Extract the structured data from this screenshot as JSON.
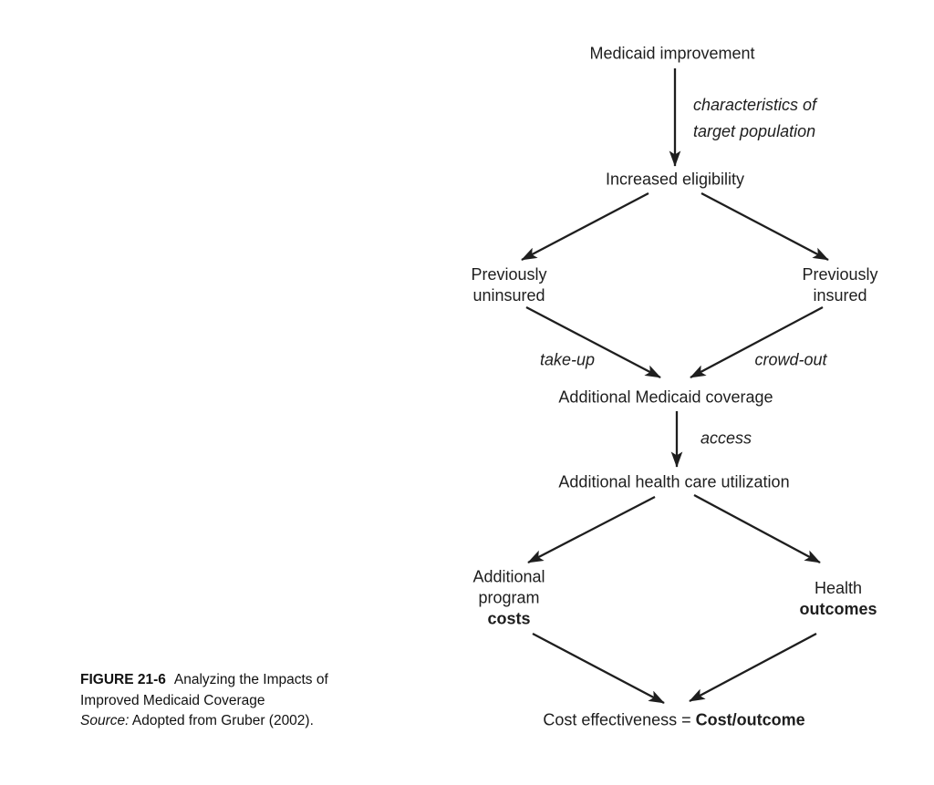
{
  "figure": {
    "caption": {
      "label": "FIGURE 21-6",
      "title_line1": "Analyzing the Impacts of",
      "title_line2": "Improved Medicaid Coverage",
      "source_label": "Source:",
      "source_text": "Adopted from Gruber (2002)."
    },
    "colors": {
      "ink": "#1e1e1e",
      "background": "#ffffff"
    }
  },
  "diagram": {
    "type": "flowchart",
    "nodes": {
      "medicaid_improvement": "Medicaid improvement",
      "increased_eligibility": "Increased eligibility",
      "previously_uninsured_line1": "Previously",
      "previously_uninsured_line2": "uninsured",
      "previously_insured_line1": "Previously",
      "previously_insured_line2": "insured",
      "additional_medicaid_coverage": "Additional Medicaid coverage",
      "additional_health_care_utilization": "Additional health care utilization",
      "additional_program_line1": "Additional",
      "additional_program_line2": "program",
      "additional_program_line3": "costs",
      "health_outcomes_line1": "Health",
      "health_outcomes_line2": "outcomes",
      "cost_effectiveness_prefix": "Cost effectiveness =",
      "cost_effectiveness_bold": "Cost/outcome"
    },
    "edge_labels": {
      "characteristics_line1": "characteristics of",
      "characteristics_line2": "target population",
      "take_up": "take-up",
      "crowd_out": "crowd-out",
      "access": "access"
    }
  }
}
